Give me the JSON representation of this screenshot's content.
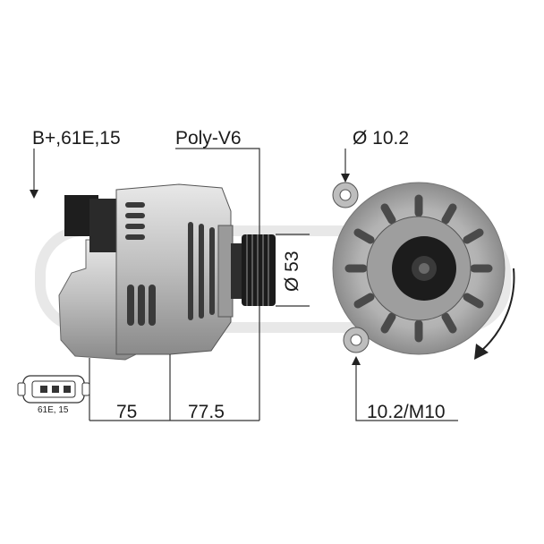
{
  "labels": {
    "terminal": "B+,61E,15",
    "pulley": "Poly-V6",
    "hole_diameter": "Ø 10.2",
    "pulley_diameter": "Ø 53",
    "dim_left": "75",
    "dim_right": "77.5",
    "mount": "10.2/M10",
    "connector": "61E, 15"
  },
  "colors": {
    "line": "#333333",
    "metal_light": "#d8d8d8",
    "metal_mid": "#a8a8a8",
    "metal_dark": "#4a4a4a",
    "black_part": "#1e1e1e",
    "watermark": "#dcdcdc"
  },
  "icons": {
    "side_view": "alternator-side-view",
    "front_view": "alternator-front-view",
    "connector": "connector-plug-icon",
    "rotation": "rotation-arrow-icon"
  }
}
